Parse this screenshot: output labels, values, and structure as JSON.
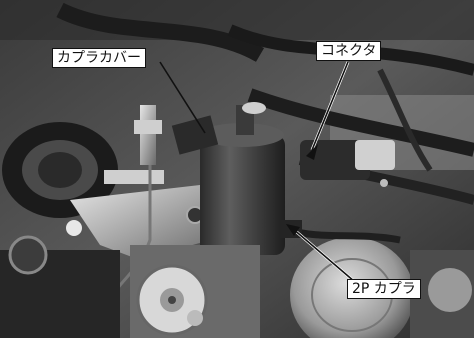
{
  "labels": {
    "coupler_cover": "カプラカバー",
    "connector": "コネクタ",
    "coupler_2p": "2P カプラ"
  }
}
